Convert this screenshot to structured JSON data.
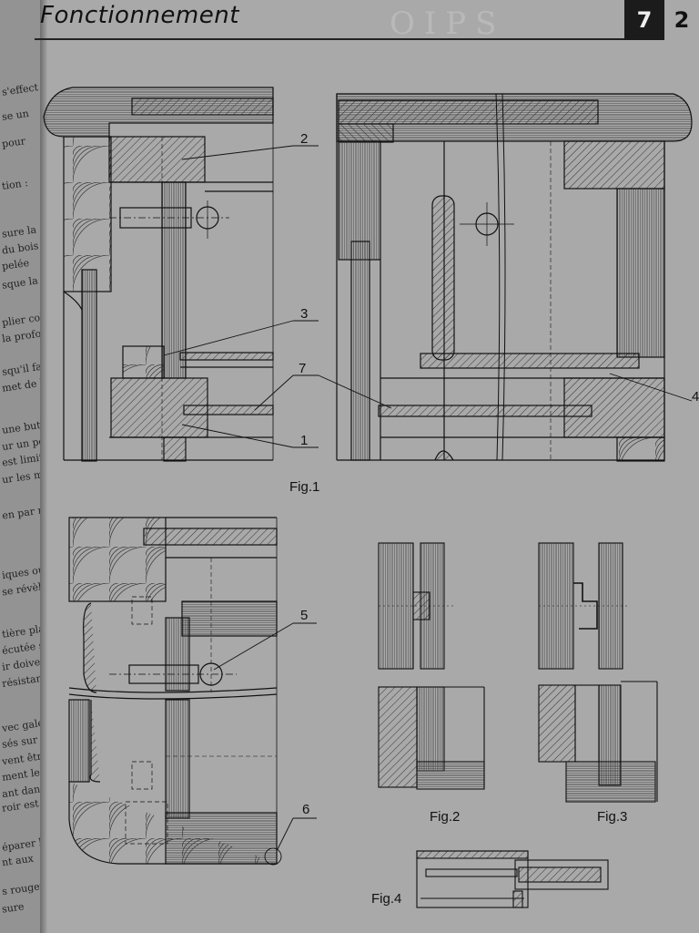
{
  "header": {
    "title": "Fonctionnement",
    "chapter_box": "7",
    "chapter_next": "2"
  },
  "left_page_fragments": [
    "s'effect",
    "se un",
    "pour",
    "tion :",
    "sure la",
    "du bois",
    "pelée",
    "sque la",
    "plier colle",
    "la profon",
    "squ'il faut",
    "met de l'e",
    "une butée",
    "ur un petit",
    "est limité",
    "ur les mont",
    "en par rapport",
    "iques ou",
    "se révèle",
    "tière plast",
    "écutée sur",
    "ir doivent",
    "résistance",
    "vec gale",
    "sés sur",
    "vent être",
    "ment le",
    "ant dans",
    "roir est",
    "éparer les",
    "nt aux",
    "s rougeurs",
    "sure"
  ],
  "figure_1": {
    "caption": "Fig.1",
    "callouts": [
      "2",
      "3",
      "7",
      "1",
      "4"
    ]
  },
  "figure_lower": {
    "callouts": [
      "5",
      "6"
    ]
  },
  "figure_2": {
    "caption": "Fig.2"
  },
  "figure_3": {
    "caption": "Fig.3"
  },
  "figure_4": {
    "caption": "Fig.4"
  }
}
